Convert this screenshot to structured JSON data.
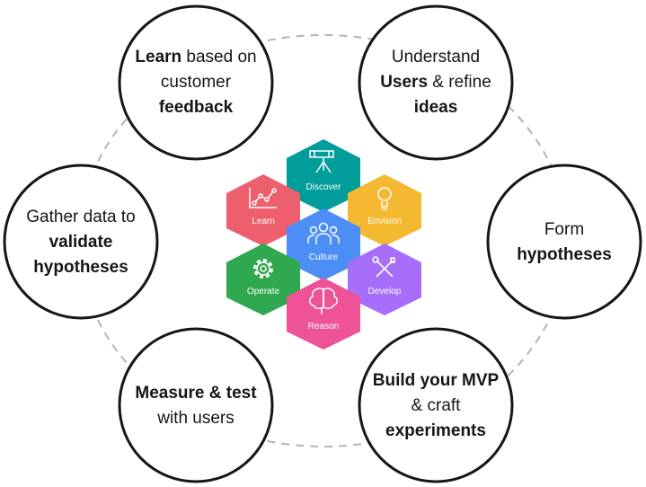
{
  "circles": {
    "learn": {
      "l1_b": "Learn",
      "l1_n": " based on",
      "l2": "customer",
      "l3_b": "feedback"
    },
    "understand": {
      "l1": "Understand",
      "l2_b": "Users",
      "l2_n": " & refine",
      "l3_b": "ideas"
    },
    "gather": {
      "l1": "Gather data to",
      "l2_b": "validate",
      "l3_b": "hypotheses"
    },
    "form": {
      "l1": "Form",
      "l2_b": "hypotheses"
    },
    "measure": {
      "l1_b": "Measure & test",
      "l2": "with users"
    },
    "build": {
      "l1_b": "Build your MVP",
      "l2": "& craft",
      "l3_b": "experiments"
    }
  },
  "hexes": {
    "discover": {
      "label": "Discover",
      "color": "#009d9a",
      "icon": "telescope-icon"
    },
    "learn": {
      "label": "Learn",
      "color": "#ee5f6d",
      "icon": "line-chart-icon"
    },
    "envision": {
      "label": "Envision",
      "color": "#f5b831",
      "icon": "lightbulb-icon"
    },
    "culture": {
      "label": "Culture",
      "color": "#4c8ef6",
      "icon": "people-icon"
    },
    "operate": {
      "label": "Operate",
      "color": "#2fa84f",
      "icon": "gear-icon"
    },
    "develop": {
      "label": "Develop",
      "color": "#a66efa",
      "icon": "tools-icon"
    },
    "reason": {
      "label": "Reason",
      "color": "#ee5398",
      "icon": "brain-icon"
    }
  }
}
